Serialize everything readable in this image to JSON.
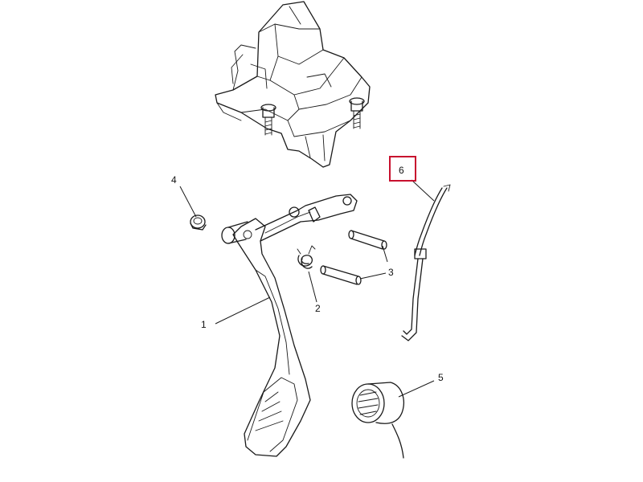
{
  "colors": {
    "line": "#1a1a1a",
    "highlight": "#c8102e",
    "background": "#ffffff"
  },
  "callouts": [
    {
      "id": "1",
      "label": "1"
    },
    {
      "id": "2",
      "label": "2"
    },
    {
      "id": "3",
      "label": "3"
    },
    {
      "id": "4",
      "label": "4"
    },
    {
      "id": "5",
      "label": "5"
    },
    {
      "id": "6",
      "label": "6",
      "highlighted": true
    }
  ]
}
